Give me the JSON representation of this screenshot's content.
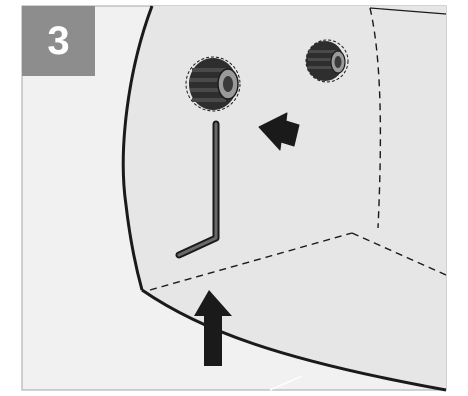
{
  "step": {
    "number": "3"
  },
  "illustration": {
    "parts": [
      "cabinet-panel",
      "threaded-insert",
      "hex-key",
      "insertion-arrow",
      "lift-arrow"
    ]
  },
  "colors": {
    "badge": "#8d8d8d",
    "panel": "#e4e4e4",
    "outer": "#f1f1f1",
    "stroke": "#1a1a1a",
    "insert": "#2e2e2e"
  }
}
